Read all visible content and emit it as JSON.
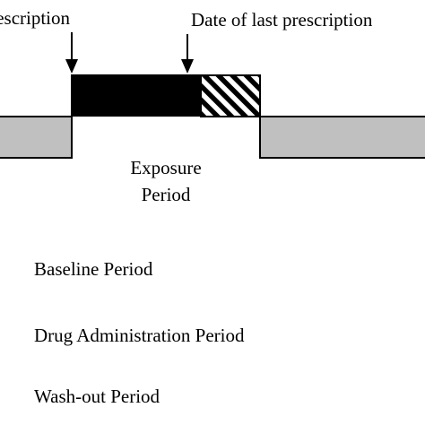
{
  "annotations": {
    "first_prescription": "Date of first prescription",
    "last_prescription": "Date of last prescription",
    "exposure_line1": "Exposure",
    "exposure_line2": "Period"
  },
  "legend": {
    "baseline": "Baseline Period",
    "drug_administration": "Drug Administration Period",
    "wash_out": "Wash-out Period"
  },
  "colors": {
    "baseline_fill": "#c0c0c0",
    "drug_fill": "#000000",
    "washout_stripe_dark": "#000000",
    "washout_stripe_light": "#ffffff",
    "line": "#000000"
  }
}
